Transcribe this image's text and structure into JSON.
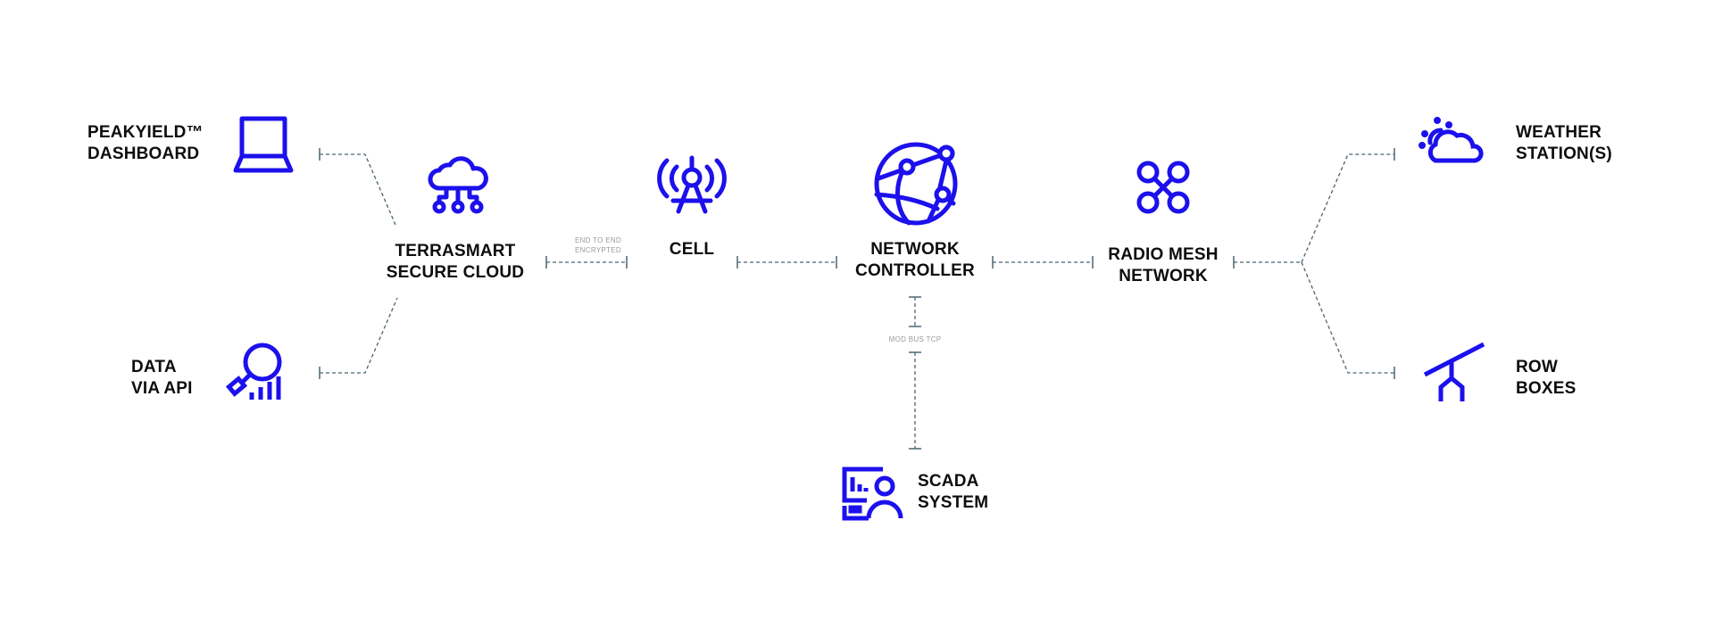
{
  "colors": {
    "icon": "#1c10ec",
    "connector": "#4b6570",
    "text": "#0d0d0d",
    "caption": "#9a9a9a"
  },
  "nodes": {
    "dashboard": {
      "lines": [
        "PEAKYIELD™",
        "DASHBOARD"
      ],
      "icon": "laptop-icon"
    },
    "api": {
      "lines": [
        "DATA",
        "VIA API"
      ],
      "icon": "magnifier-chart-icon"
    },
    "cloud": {
      "lines": [
        "TERRASMART",
        "SECURE CLOUD"
      ],
      "icon": "cloud-network-icon"
    },
    "cell": {
      "lines": [
        "CELL"
      ],
      "icon": "cell-tower-icon"
    },
    "controller": {
      "lines": [
        "NETWORK",
        "CONTROLLER"
      ],
      "icon": "globe-network-icon"
    },
    "mesh": {
      "lines": [
        "RADIO MESH",
        "NETWORK"
      ],
      "icon": "mesh-nodes-icon"
    },
    "weather": {
      "lines": [
        "WEATHER",
        "STATION(S)"
      ],
      "icon": "cloud-sun-icon"
    },
    "row": {
      "lines": [
        "ROW",
        "BOXES"
      ],
      "icon": "tracker-icon"
    },
    "scada": {
      "lines": [
        "SCADA",
        "SYSTEM"
      ],
      "icon": "scada-operator-icon"
    }
  },
  "edges": {
    "cloud_cell": {
      "caption": [
        "END TO END",
        "ENCRYPTED"
      ]
    },
    "controller_scada": {
      "caption": [
        "MOD BUS TCP"
      ]
    }
  }
}
